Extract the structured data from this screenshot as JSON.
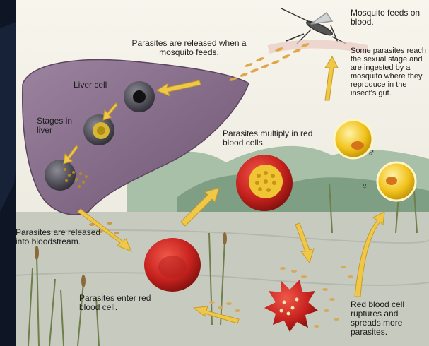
{
  "labels": {
    "mosquito_feeds": "Mosquito feeds on blood.",
    "released_when_feeds": "Parasites are released when a mosquito feeds.",
    "sexual_stage": "Some parasites reach the sexual stage and are ingested by a mosquito where they reproduce in the insect's gut.",
    "liver_cell": "Liver cell",
    "stages_in_liver": "Stages in liver",
    "multiply_rbc": "Parasites multiply in red blood cells.",
    "released_bloodstream": "Parasites are released into bloodstream.",
    "enter_rbc": "Parasites enter red blood cell.",
    "rbc_ruptures": "Red blood cell ruptures and spreads more parasites.",
    "male_symbol": "♂",
    "female_symbol": "♀"
  },
  "colors": {
    "background": "#0e1626",
    "sky": "#f3f1e6",
    "water": "#c9ccc2",
    "hills": "#8fae93",
    "liver": "#8a6f8d",
    "red_cell": "#c8231f",
    "gamete": "#f1c21a",
    "arrow": "#efc84a"
  }
}
